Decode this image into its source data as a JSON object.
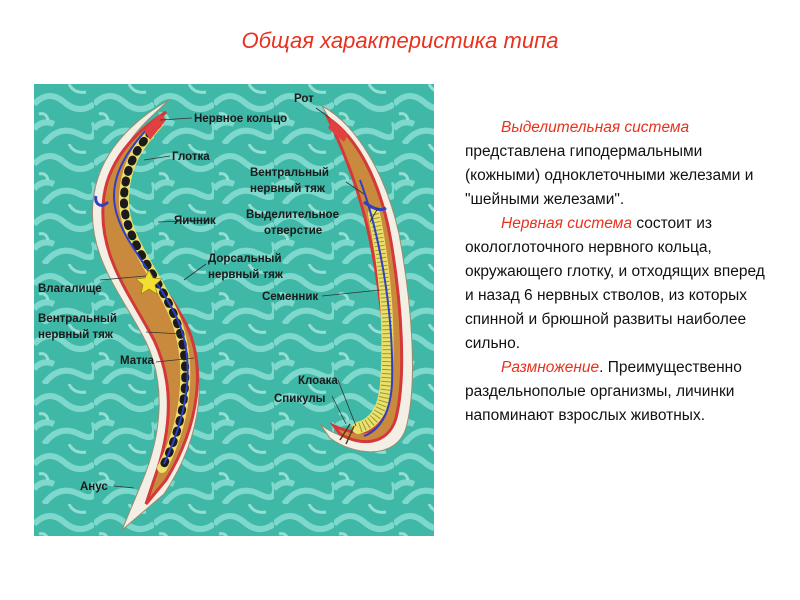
{
  "title": "Общая характеристика типа",
  "labels": {
    "mouth": "Рот",
    "nerve_ring": "Нервное кольцо",
    "pharynx": "Глотка",
    "ventral_cord_1": "Вентральный",
    "ventral_cord_2": "нервный тяж",
    "excretory_1": "Выделительное",
    "excretory_2": "отверстие",
    "ovary": "Яичник",
    "dorsal_1": "Дорсальный",
    "dorsal_2": "нервный тяж",
    "vagina": "Влагалище",
    "testis": "Семенник",
    "ventral_left_1": "Вентральный",
    "ventral_left_2": "нервный тяж",
    "uterus": "Матка",
    "cloaca": "Клоака",
    "spicules": "Спикулы",
    "anus": "Анус"
  },
  "text": {
    "excretory_heading": "Выделительная система",
    "excretory_body": "представлена гиподермальными (кожными) одноклеточными железами и \"шейными железами\".",
    "nervous_heading": "Нервная система",
    "nervous_body": "состоит из окологлоточного нервного кольца, окружающего глотку, и отходящих вперед и назад 6 нервных стволов, из которых спинной и брюшной развиты наиболее сильно.",
    "repro_heading": "Размножение",
    "repro_punct": ".",
    "repro_body": "Преимущественно раздельнополые организмы, личинки напоминают взрослых животных."
  },
  "colors": {
    "title": "#e8321e",
    "background_figure": "#3fb8a8",
    "body_outer": "#f4efe4",
    "body_wall": "#e05050",
    "gut": "#d09a4a",
    "nerve": "#3040c0",
    "gonad": "#ece06a"
  }
}
